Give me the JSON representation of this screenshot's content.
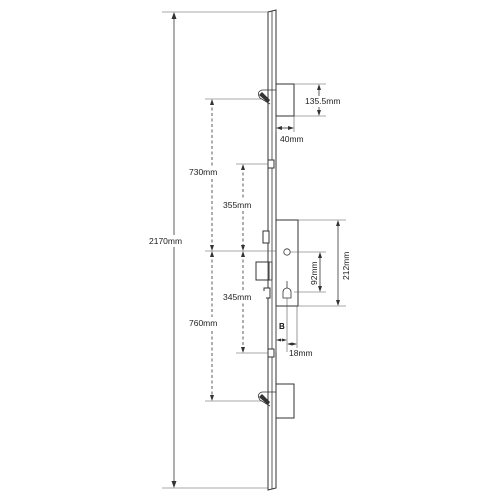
{
  "dimensions": {
    "overall_length": "2170mm",
    "top_hook_height": "135.5mm",
    "top_hook_width": "40mm",
    "upper_span": "730mm",
    "upper_pin_to_gearbox": "355mm",
    "gearbox_to_lower_pin": "345mm",
    "lower_span": "760mm",
    "centres": "92mm",
    "case_height": "212mm",
    "backset": "18mm"
  },
  "labels": {
    "backset_marker": "B"
  }
}
